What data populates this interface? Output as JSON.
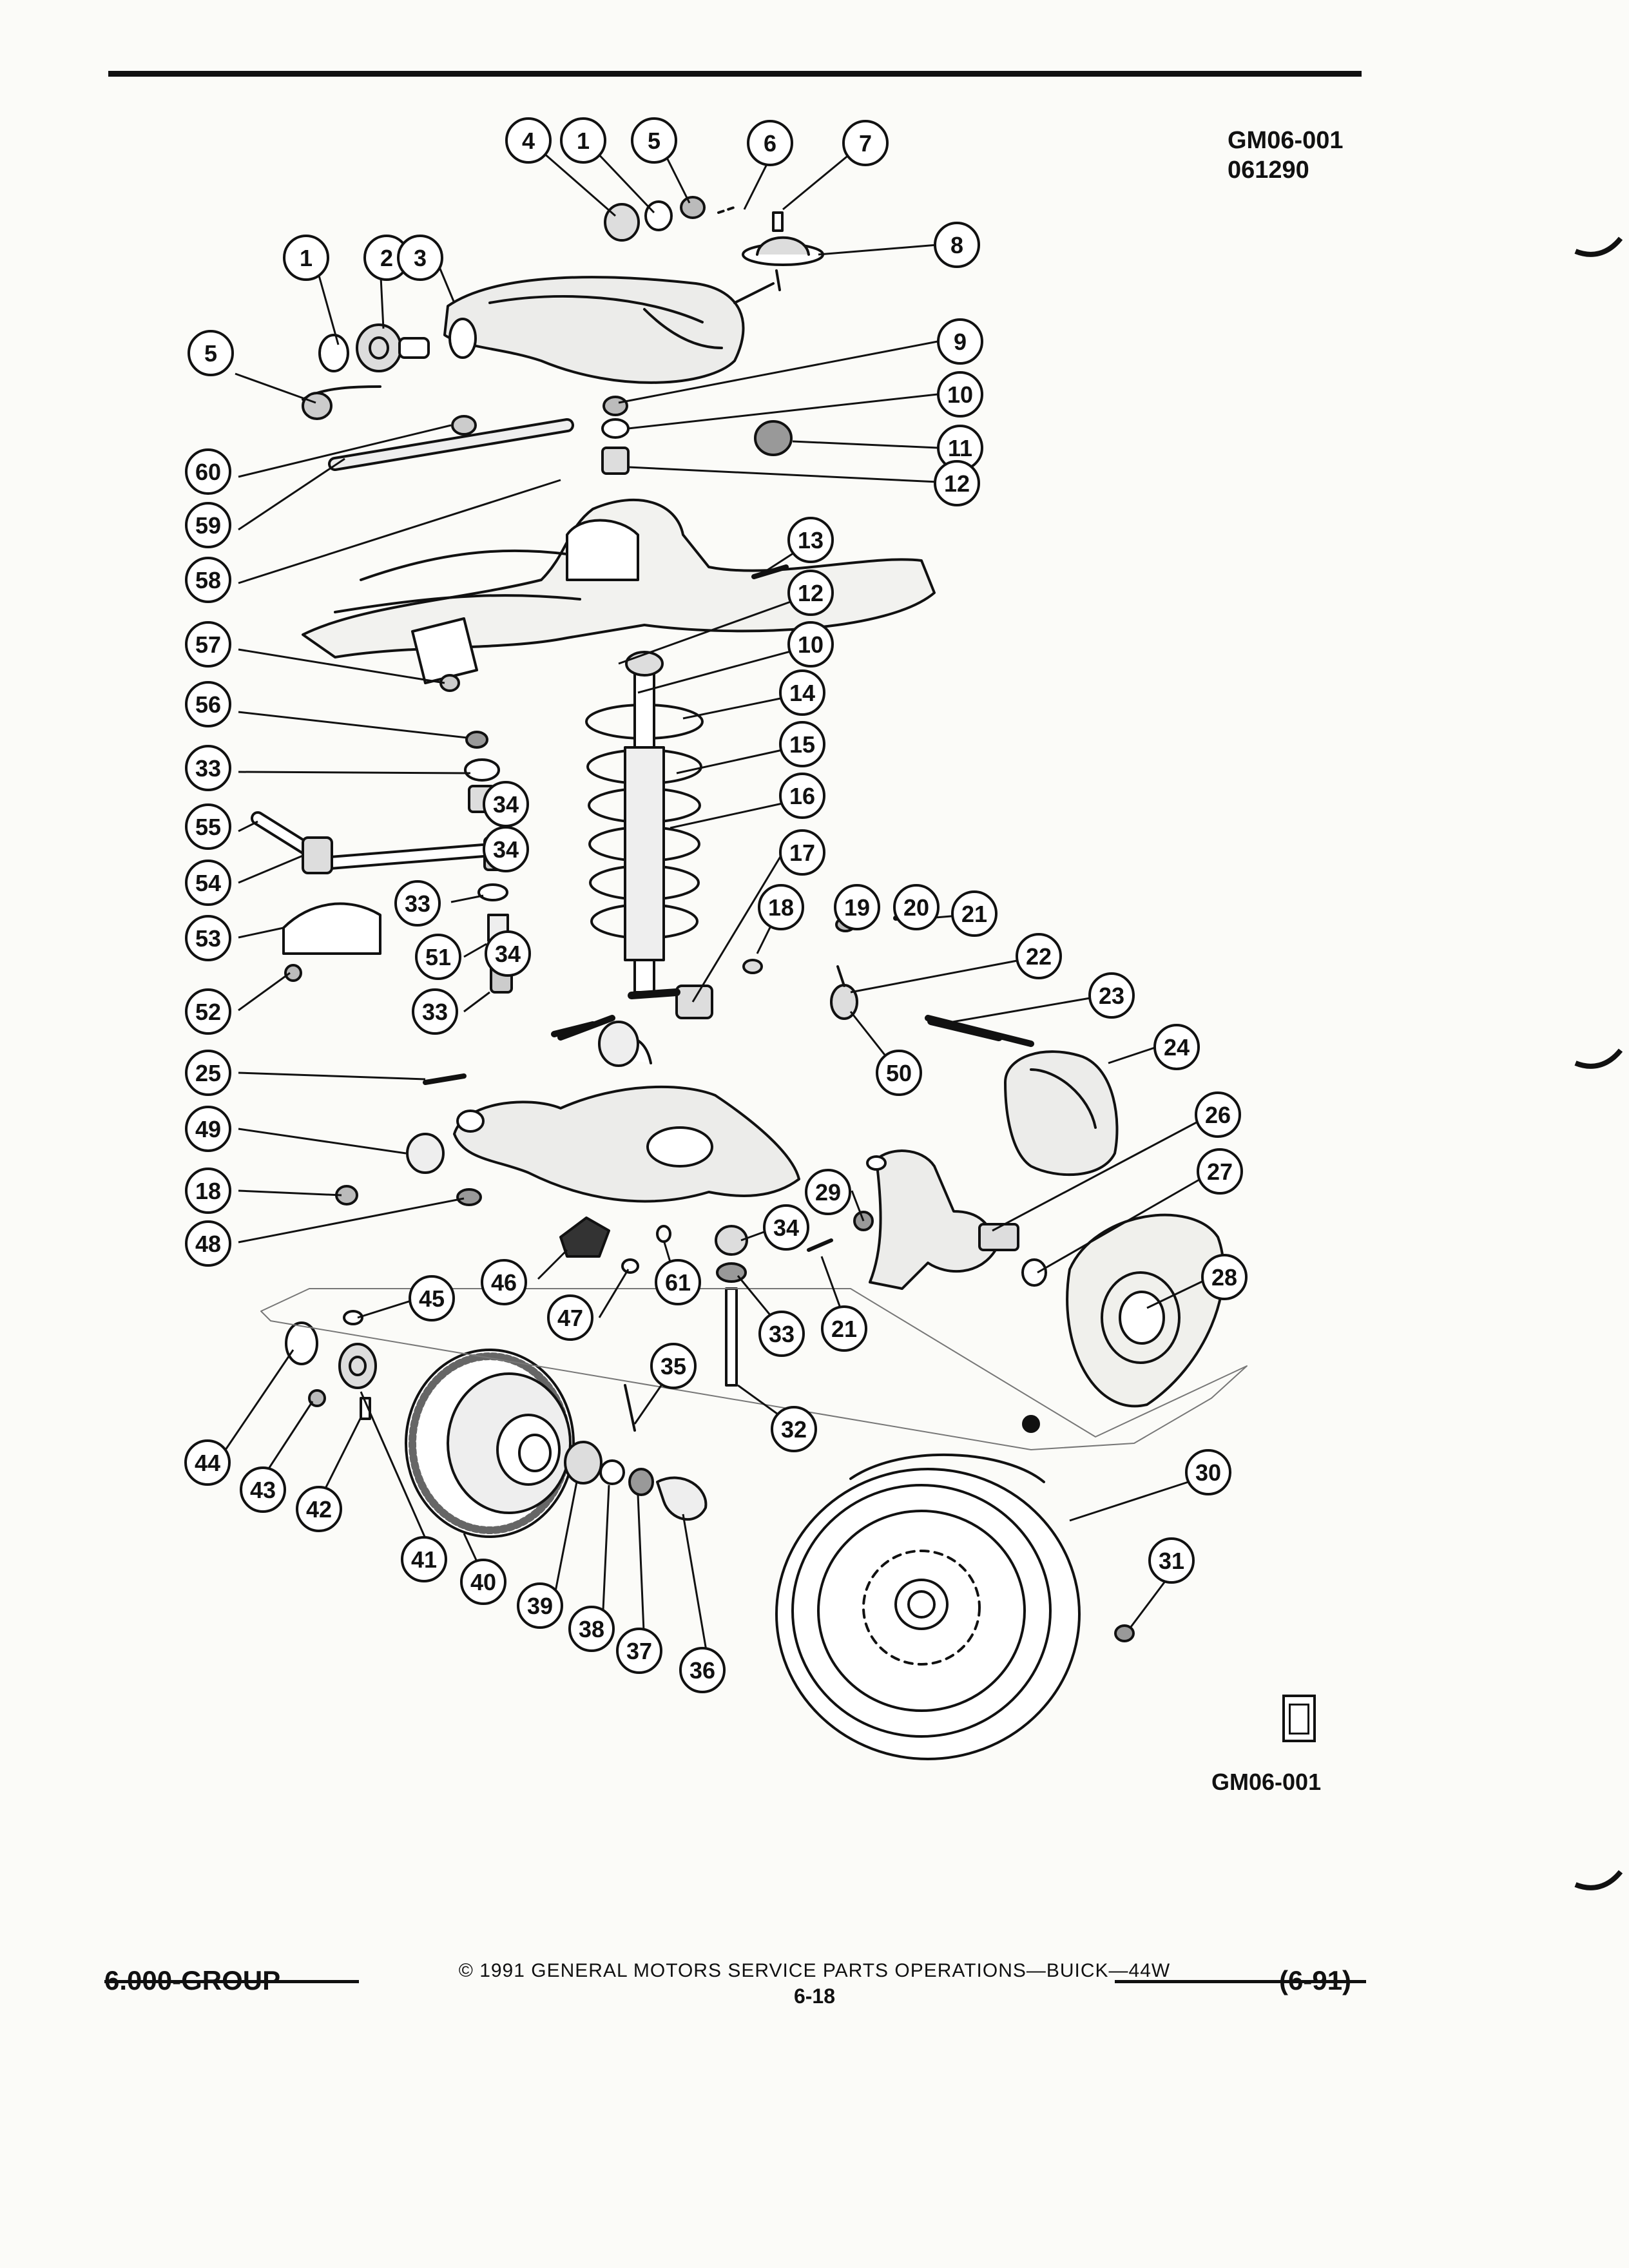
{
  "header": {
    "figure_ref": "GM06-001",
    "date_code": "061290"
  },
  "figure_code": "GM06-001",
  "footer": {
    "copyright": "© 1991 GENERAL MOTORS SERVICE PARTS OPERATIONS—BUICK—44W",
    "group": "6.000-GROUP",
    "page": "6-18",
    "revision": "(6-91)"
  },
  "callouts": [
    "4",
    "1",
    "5",
    "6",
    "7",
    "8",
    "1",
    "2",
    "3",
    "5",
    "9",
    "10",
    "11",
    "60",
    "12",
    "59",
    "13",
    "58",
    "12",
    "57",
    "10",
    "14",
    "56",
    "15",
    "33",
    "34",
    "16",
    "55",
    "34",
    "54",
    "17",
    "18",
    "19",
    "20",
    "21",
    "33",
    "53",
    "22",
    "51",
    "34",
    "52",
    "33",
    "23",
    "24",
    "50",
    "25",
    "26",
    "49",
    "27",
    "18",
    "29",
    "34",
    "48",
    "28",
    "46",
    "61",
    "21",
    "33",
    "45",
    "47",
    "35",
    "32",
    "44",
    "43",
    "42",
    "30",
    "41",
    "40",
    "39",
    "38",
    "37",
    "36",
    "31"
  ],
  "colors": {
    "ink": "#111111",
    "paper": "#fbfbf8"
  }
}
